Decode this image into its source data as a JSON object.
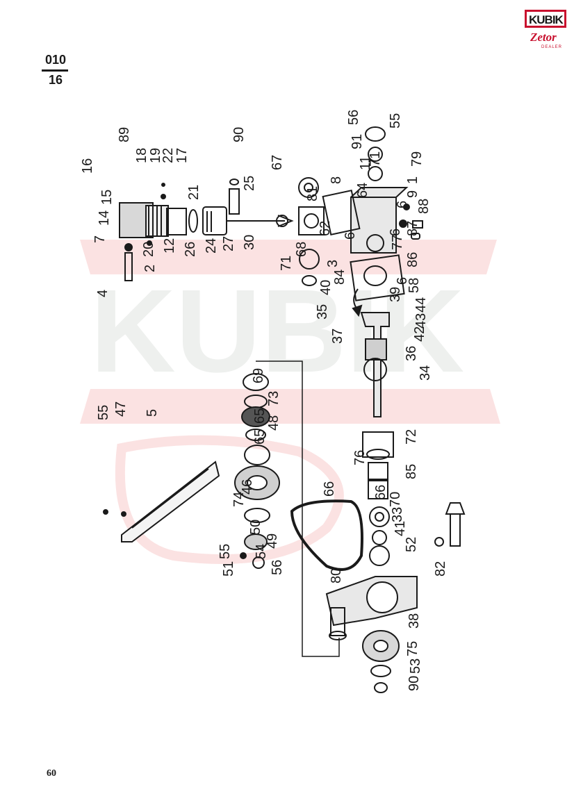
{
  "logo": {
    "brand": "KUBIK",
    "sub": "Zetor",
    "tag": "DEALER"
  },
  "header": {
    "code_top": "010",
    "code_bottom": "16"
  },
  "page_number": "60",
  "watermark": "KUBIK",
  "colors": {
    "brand_red": "#c8102e",
    "watermark_red": "#fbe2e2",
    "watermark_grey": "#eef0ee",
    "ink": "#1a1a1a"
  },
  "callouts": [
    "16",
    "15",
    "14",
    "7",
    "4",
    "2",
    "20",
    "12",
    "26",
    "24",
    "27",
    "30",
    "89",
    "18",
    "19",
    "22",
    "17",
    "21",
    "25",
    "90",
    "67",
    "8",
    "81",
    "64",
    "62",
    "6",
    "71",
    "68",
    "3",
    "40",
    "84",
    "35",
    "37",
    "56",
    "55",
    "91",
    "11",
    "71",
    "79",
    "1",
    "9",
    "6",
    "87",
    "88",
    "6",
    "77",
    "86",
    "6",
    "58",
    "39",
    "44",
    "43",
    "42",
    "36",
    "34",
    "69",
    "73",
    "65",
    "48",
    "65",
    "46",
    "74",
    "50",
    "49",
    "54",
    "55",
    "51",
    "56",
    "55",
    "47",
    "5",
    "66",
    "76",
    "85",
    "72",
    "66",
    "70",
    "33",
    "41",
    "52",
    "80",
    "38",
    "75",
    "53",
    "90",
    "82"
  ]
}
